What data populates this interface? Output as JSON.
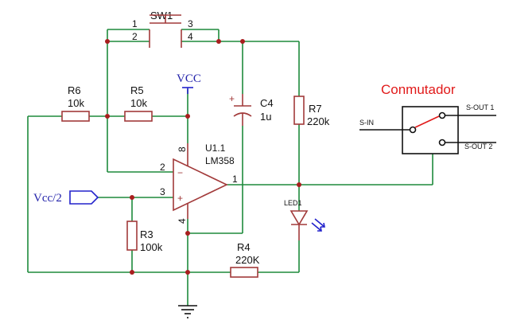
{
  "sw1": {
    "ref": "SW1",
    "pins": [
      "1",
      "2",
      "3",
      "4"
    ]
  },
  "vcc_label": "VCC",
  "vcc2_label": "Vcc/2",
  "r6": {
    "ref": "R6",
    "value": "10k"
  },
  "r5": {
    "ref": "R5",
    "value": "10k"
  },
  "c4": {
    "ref": "C4",
    "value": "1u",
    "plus": "+"
  },
  "r7": {
    "ref": "R7",
    "value": "220k"
  },
  "u1": {
    "ref": "U1.1",
    "part": "LM358",
    "pin_out": "1",
    "pin_inv": "2",
    "pin_noninv": "3",
    "pin_vcc": "8",
    "pin_gnd": "4",
    "minus": "−",
    "plus": "+"
  },
  "r3": {
    "ref": "R3",
    "value": "100k"
  },
  "r4": {
    "ref": "R4",
    "value": "220K"
  },
  "led1": {
    "ref": "LED1"
  },
  "conmutador": {
    "title": "Conmutador",
    "input": "S-IN",
    "out1": "S-OUT 1",
    "out2": "S-OUT 2"
  }
}
